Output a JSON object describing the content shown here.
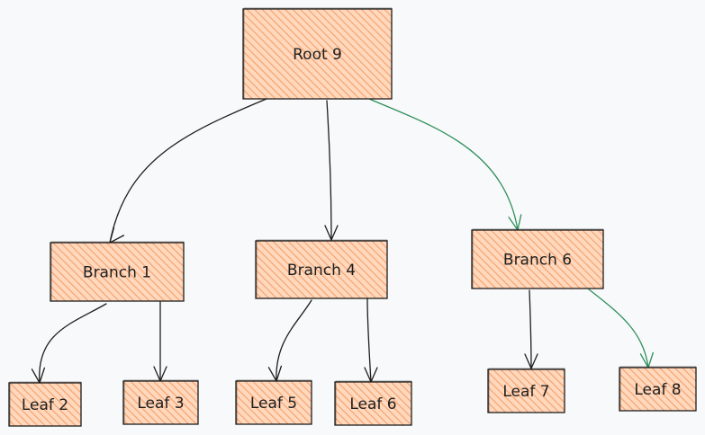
{
  "diagram": {
    "nodes": [
      {
        "id": "root",
        "label": "Root 9"
      },
      {
        "id": "b1",
        "label": "Branch 1"
      },
      {
        "id": "b4",
        "label": "Branch 4"
      },
      {
        "id": "b6",
        "label": "Branch 6"
      },
      {
        "id": "l2",
        "label": "Leaf 2"
      },
      {
        "id": "l3",
        "label": "Leaf 3"
      },
      {
        "id": "l5",
        "label": "Leaf 5"
      },
      {
        "id": "l6",
        "label": "Leaf 6"
      },
      {
        "id": "l7",
        "label": "Leaf 7"
      },
      {
        "id": "l8",
        "label": "Leaf 8"
      }
    ],
    "edges": [
      {
        "from": "root",
        "to": "b1",
        "highlighted": false
      },
      {
        "from": "root",
        "to": "b4",
        "highlighted": false
      },
      {
        "from": "root",
        "to": "b6",
        "highlighted": true
      },
      {
        "from": "b1",
        "to": "l2",
        "highlighted": false
      },
      {
        "from": "b1",
        "to": "l3",
        "highlighted": false
      },
      {
        "from": "b4",
        "to": "l5",
        "highlighted": false
      },
      {
        "from": "b4",
        "to": "l6",
        "highlighted": false
      },
      {
        "from": "b6",
        "to": "l7",
        "highlighted": false
      },
      {
        "from": "b6",
        "to": "l8",
        "highlighted": true
      }
    ]
  },
  "colors": {
    "background": "#f8f9fa",
    "node_fill": "#ffc9a3",
    "node_hatch": "#f4a06a",
    "node_stroke": "#1e1e1e",
    "edge": "#1e1e1e",
    "edge_highlight": "#2f8f5b"
  }
}
